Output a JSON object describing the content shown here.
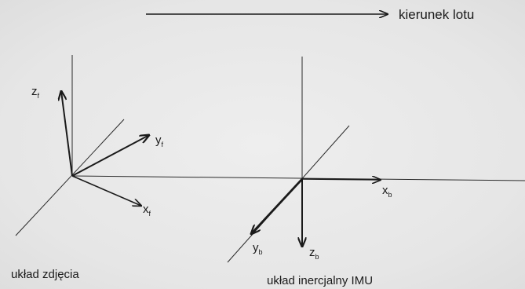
{
  "diagram": {
    "flight_direction_label": "kierunek lotu",
    "photo_frame": {
      "title": "układ zdjęcia",
      "axes": {
        "z": {
          "label": "z",
          "subscript": "f"
        },
        "y": {
          "label": "y",
          "subscript": "f"
        },
        "x": {
          "label": "x",
          "subscript": "f"
        }
      }
    },
    "imu_frame": {
      "title": "układ inercjalny IMU",
      "axes": {
        "x": {
          "label": "x",
          "subscript": "b"
        },
        "y": {
          "label": "y",
          "subscript": "b"
        },
        "z": {
          "label": "z",
          "subscript": "b"
        }
      }
    },
    "colors": {
      "ink": "#1a1a1a",
      "paper": "#e9e9e9"
    }
  }
}
